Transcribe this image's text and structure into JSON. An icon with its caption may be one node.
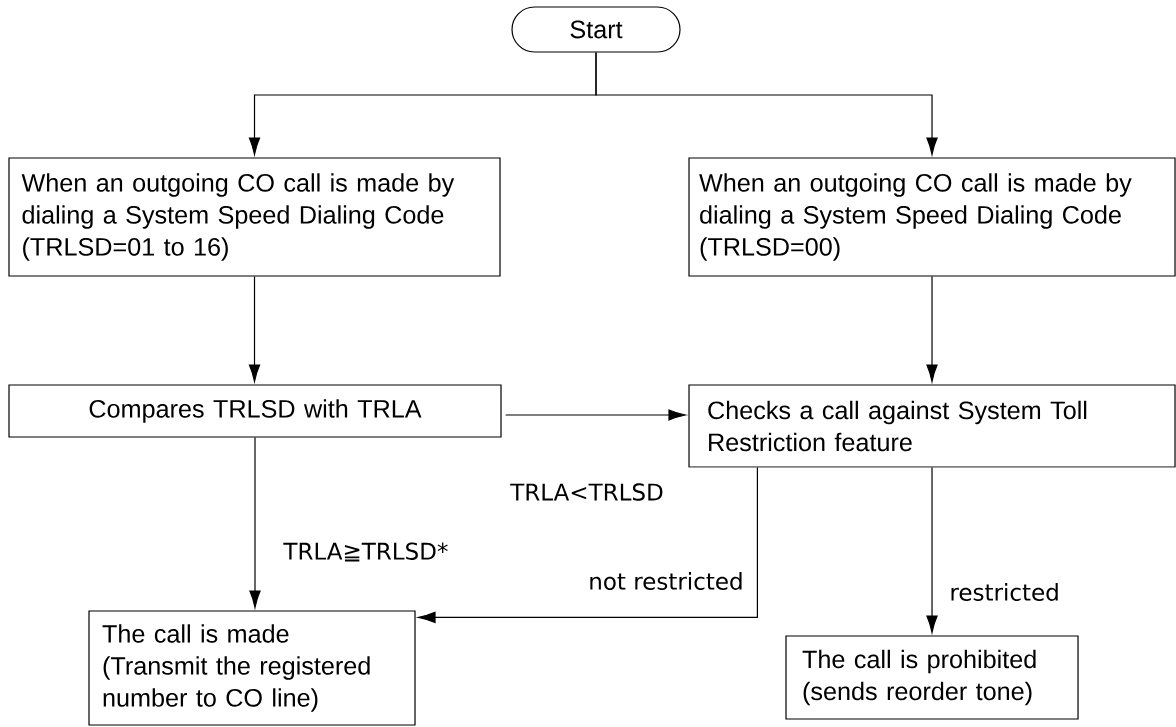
{
  "diagram": {
    "nodes": [
      {
        "text": [
          "Start"
        ]
      },
      {
        "text": [
          "When an outgoing CO call is made by dialing a System Speed Dialing Code (TRLSD=01 to 16)"
        ]
      },
      {
        "text": [
          "When an outgoing CO call is made by dialing a System Speed Dialing Code (TRLSD=00)"
        ]
      },
      {
        "text": [
          "Compares TRLSD with TRLA"
        ]
      },
      {
        "text": [
          "Checks a call against System Toll Restriction feature"
        ]
      },
      {
        "text": [
          "The call is made (Transmit the registered number to CO line)"
        ]
      },
      {
        "text": [
          "The call is prohibited (sends reorder tone)"
        ]
      }
    ],
    "edges": [
      {
        "from": 0,
        "to": 1,
        "arrow": "to"
      },
      {
        "from": 0,
        "to": 2,
        "arrow": "to"
      },
      {
        "from": 1,
        "to": 3,
        "arrow": "to"
      },
      {
        "from": 2,
        "to": 4,
        "arrow": "to"
      },
      {
        "from": 3,
        "to": 4,
        "arrow": "to",
        "label": "TRLA<TRLSD"
      },
      {
        "from": 3,
        "to": 5,
        "arrow": "to",
        "label": "TRLA≧TRLSD*"
      },
      {
        "from": 4,
        "to": 5,
        "arrow": "to",
        "label": "not restricted"
      },
      {
        "from": 4,
        "to": 6,
        "arrow": "to",
        "label": "restricted"
      }
    ]
  }
}
